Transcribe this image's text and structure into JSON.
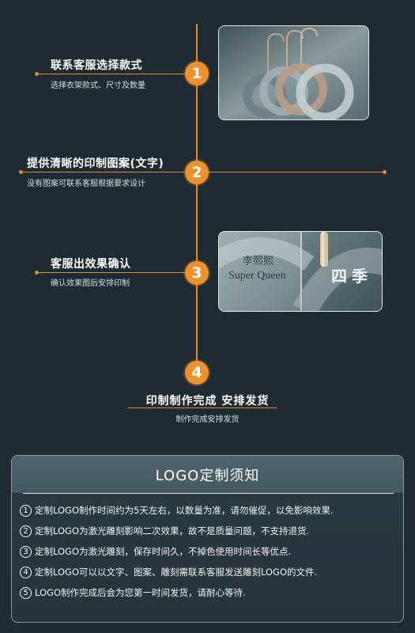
{
  "steps": [
    {
      "num": "1",
      "title": "联系客服选择款式",
      "desc": "选择衣架款式、尺寸及数量"
    },
    {
      "num": "2",
      "title": "提供清晰的印制图案(文字)",
      "desc": "没有图案可联系客服根据要求设计"
    },
    {
      "num": "3",
      "title": "客服出效果确认",
      "desc": "确认效果图后安排印制"
    },
    {
      "num": "4",
      "title": "印制制作完成 安排发货",
      "desc": "制作完成安排发货"
    }
  ],
  "photos": {
    "engraving_name_cn": "李熙熙",
    "engraving_name_en": "Super Queen",
    "engraving_chars": "四季"
  },
  "notice": {
    "title": "LOGO定制须知",
    "items": [
      {
        "num": "1",
        "text": "定制LOGO制作时间约为5天左右，以数量为准，请勿催促，以免影响效果."
      },
      {
        "num": "2",
        "text": "定制LOGO为激光雕刻影响二次效果，故不是质量问题，不支持退货."
      },
      {
        "num": "3",
        "text": "定制LOGO为激光雕刻，保存时间久，不掉色使用时间长等优点."
      },
      {
        "num": "4",
        "text": "定制LOGO可以以文字、图案、雕刻需联系客服发送雕刻LOGO的文件."
      },
      {
        "num": "5",
        "text": "LOGO制作完成后会为您第一时间发货，请耐心等待."
      }
    ]
  },
  "colors": {
    "accent": "#f0922c",
    "background": "#1f2b33",
    "notice_header": "#4a5d64"
  }
}
